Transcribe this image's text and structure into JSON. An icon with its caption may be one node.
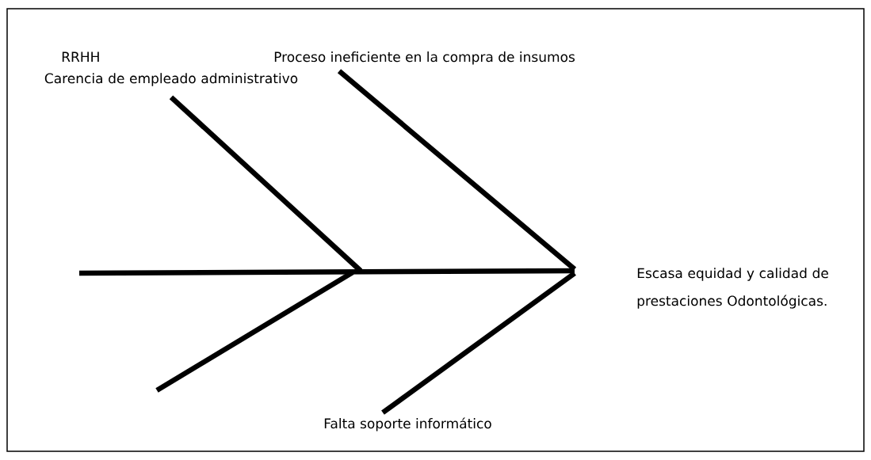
{
  "diagram": {
    "nodes": [
      {
        "text": [
          "Carencia de empleado administrativo"
        ]
      },
      {
        "text": [
          "Proceso ineficiente en la compra de insumos"
        ]
      },
      {
        "text": [
          "Falta soporte informático"
        ]
      },
      {
        "text": [
          "Escasa equidad y calidad de prestaciones Odontológicas."
        ]
      }
    ],
    "edges": [
      {
        "from": 0,
        "to": null,
        "arrow": "none"
      },
      {
        "from": 1,
        "to": null,
        "arrow": "none"
      },
      {
        "from": 2,
        "to": null,
        "arrow": "none"
      }
    ],
    "labels": [
      "RRHH"
    ]
  }
}
